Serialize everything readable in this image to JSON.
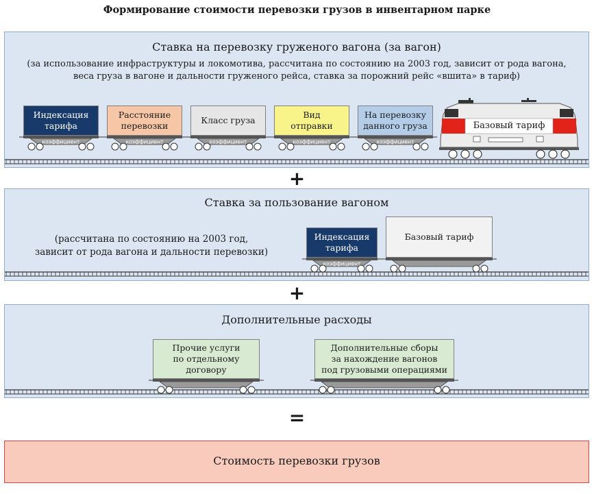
{
  "title": "Формирование стоимости перевозки грузов в инвентарном парке",
  "panel1": {
    "title": "Ставка на перевозку груженого вагона (за вагон)",
    "subtitle_line1": "(за использование инфраструктуры и локомотива, рассчитана по состоянию на 2003 год, зависит от рода вагона,",
    "subtitle_line2": "веса груза в вагоне и дальности груженого рейса, ставка за порожний рейс «вшита» в тариф)",
    "wagons": [
      {
        "label": "Индексация\nтарифа",
        "color": "#173a6a",
        "text_color": "#ffffff",
        "tag": "коэффициент"
      },
      {
        "label": "Расстояние\nперевозки",
        "color": "#f7c6a6",
        "text_color": "#1a1a1a",
        "tag": "коэффициент"
      },
      {
        "label": "Класс груза",
        "color": "#e6e6e6",
        "text_color": "#1a1a1a",
        "tag": "коэффициент"
      },
      {
        "label": "Вид\nотправки",
        "color": "#f8f48a",
        "text_color": "#1a1a1a",
        "tag": "коэффициент"
      },
      {
        "label": "На перевозку\nданного груза",
        "color": "#b3cde8",
        "text_color": "#1a1a1a",
        "tag": "коэффициент"
      }
    ],
    "locomotive_label": "Базовый тариф"
  },
  "plus1": "+",
  "panel2": {
    "title": "Ставка за пользование вагоном",
    "note": "(рассчитана по состоянию на 2003 год,\nзависит от рода вагона и дальности перевозки)",
    "wagon_index": {
      "label": "Индексация\nтарифа",
      "color": "#173a6a",
      "text_color": "#ffffff",
      "tag": "коэффициент"
    },
    "wagon_base": {
      "label": "Базовый тариф",
      "color": "#f2f2f2",
      "text_color": "#1a1a1a"
    }
  },
  "plus2": "+",
  "panel3": {
    "title": "Дополнительные расходы",
    "wagon_a": {
      "label": "Прочие услуги\nпо отдельному\nдоговору",
      "color": "#d9ead3"
    },
    "wagon_b": {
      "label": "Дополнительные сборы\nза нахождение вагонов\nпод грузовыми операциями",
      "color": "#d9ead3"
    }
  },
  "equals": "=",
  "result": "Стоимость перевозки грузов",
  "colors": {
    "panel_bg": "#dce6f2",
    "panel_border": "#8eaccf",
    "result_bg": "#f9cbbd",
    "result_border": "#e2443c",
    "loco_red": "#e2231a"
  }
}
